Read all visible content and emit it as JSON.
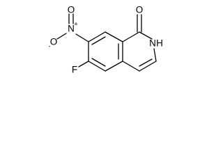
{
  "molecule": {
    "atoms": {
      "carbonyl_o": "O",
      "amide_n": "N",
      "amide_h": "H",
      "nitro_n": "N",
      "nitro_n_charge": "+",
      "nitro_o_single": "O",
      "nitro_o_single_charge": "-",
      "nitro_o_double": "O",
      "fluorine": "F"
    }
  }
}
